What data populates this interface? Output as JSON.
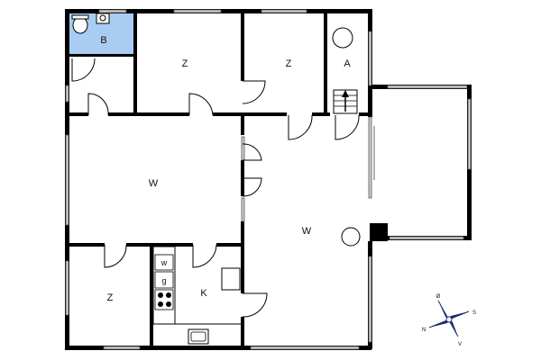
{
  "rooms": {
    "bathroom": "B",
    "bedroom_top_mid": "Z",
    "bedroom_top_right": "Z",
    "utility": "A",
    "living_left": "W",
    "living_right": "W",
    "bedroom_bottom_left": "Z",
    "kitchen": "K"
  },
  "appliances": {
    "washer": "w",
    "dryer": "g"
  },
  "compass": {
    "north": "N",
    "east": "Ø",
    "south": "S",
    "west": "V"
  },
  "colors": {
    "bathroom_fill": "#a9cdf2",
    "wall": "#000000",
    "window": "#cfcfcf"
  }
}
